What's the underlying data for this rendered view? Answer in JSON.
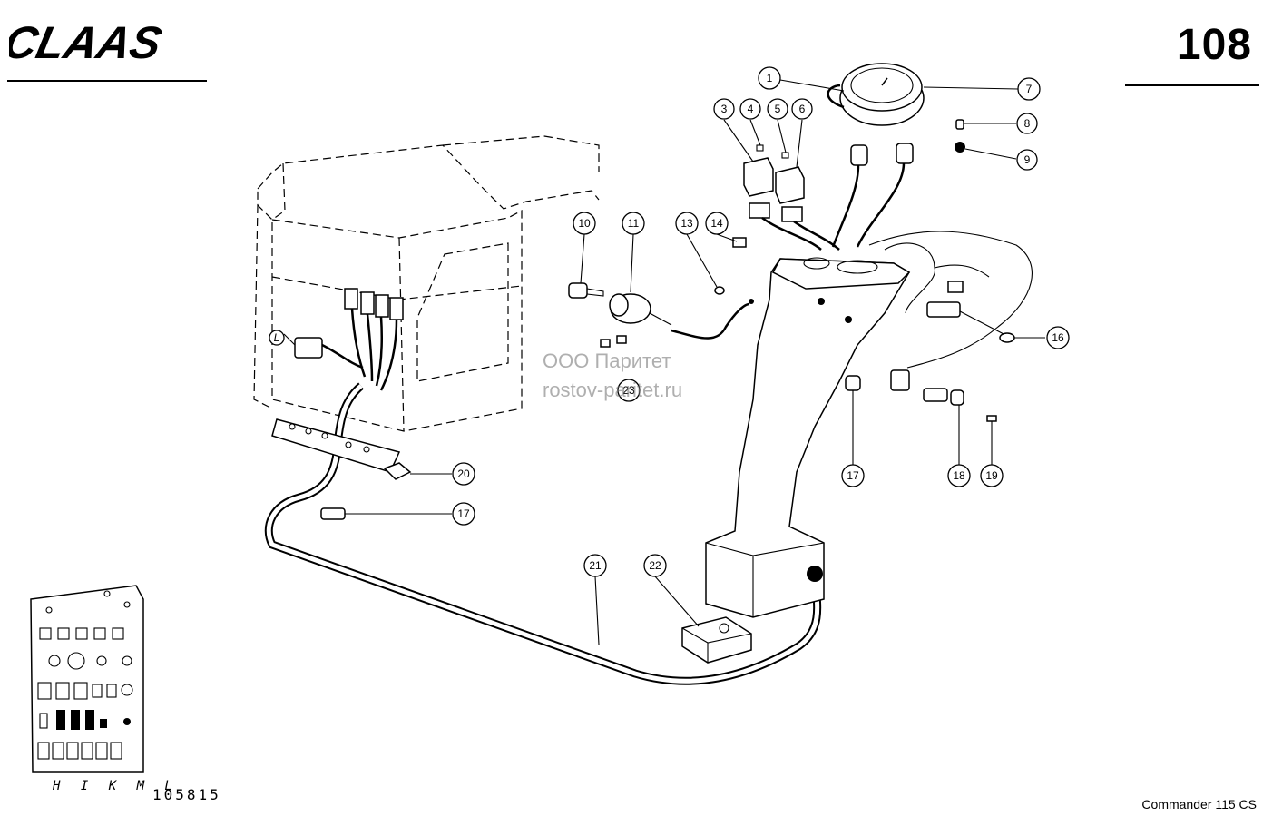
{
  "header": {
    "brand": "CLAAS",
    "page_number": "108"
  },
  "footer": {
    "drawing_code": "105815",
    "model": "Commander 115 CS",
    "panel_letters": "H I K M L"
  },
  "watermark": {
    "line1": "ООО Паритет",
    "line2": "rostov-paritet.ru"
  },
  "callouts": [
    {
      "label": "1"
    },
    {
      "label": "3"
    },
    {
      "label": "4"
    },
    {
      "label": "5"
    },
    {
      "label": "6"
    },
    {
      "label": "7"
    },
    {
      "label": "8"
    },
    {
      "label": "9"
    },
    {
      "label": "10"
    },
    {
      "label": "11"
    },
    {
      "label": "13"
    },
    {
      "label": "14"
    },
    {
      "label": "16"
    },
    {
      "label": "17"
    },
    {
      "label": "18"
    },
    {
      "label": "19"
    },
    {
      "label": "20"
    },
    {
      "label": "17"
    },
    {
      "label": "21"
    },
    {
      "label": "22"
    },
    {
      "label": "23"
    },
    {
      "label": "L"
    }
  ]
}
